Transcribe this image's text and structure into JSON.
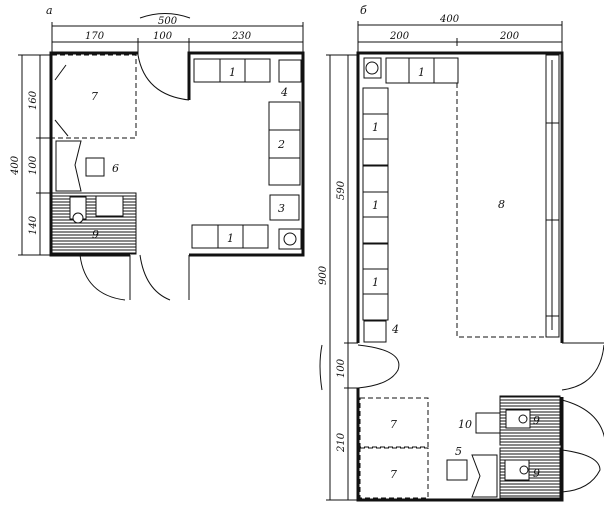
{
  "plan_a": {
    "title": "а",
    "dims": {
      "total_width": "500",
      "w1": "170",
      "w2": "100",
      "w3": "230",
      "total_height": "400",
      "h1": "160",
      "h2": "100",
      "h3": "140"
    },
    "labels": {
      "bed": "7",
      "desk": "6",
      "bath": "9",
      "cabinet_top": "1",
      "sofa": "2",
      "armchair": "3",
      "phone": "4",
      "cabinet_bottom": "1"
    }
  },
  "plan_b": {
    "title": "б",
    "dims": {
      "total_width": "400",
      "w1": "200",
      "w2": "200",
      "total_height": "900",
      "h1": "590",
      "h2": "100",
      "h3": "210"
    },
    "labels": {
      "cabinet_top": "1",
      "cabinet_left_1": "1",
      "cabinet_left_2": "1",
      "cabinet_left_3": "1",
      "phone": "4",
      "area": "8",
      "bed_1": "7",
      "bed_2": "7",
      "table": "10",
      "bath_1": "9",
      "bath_2": "9",
      "desk": "5"
    }
  }
}
